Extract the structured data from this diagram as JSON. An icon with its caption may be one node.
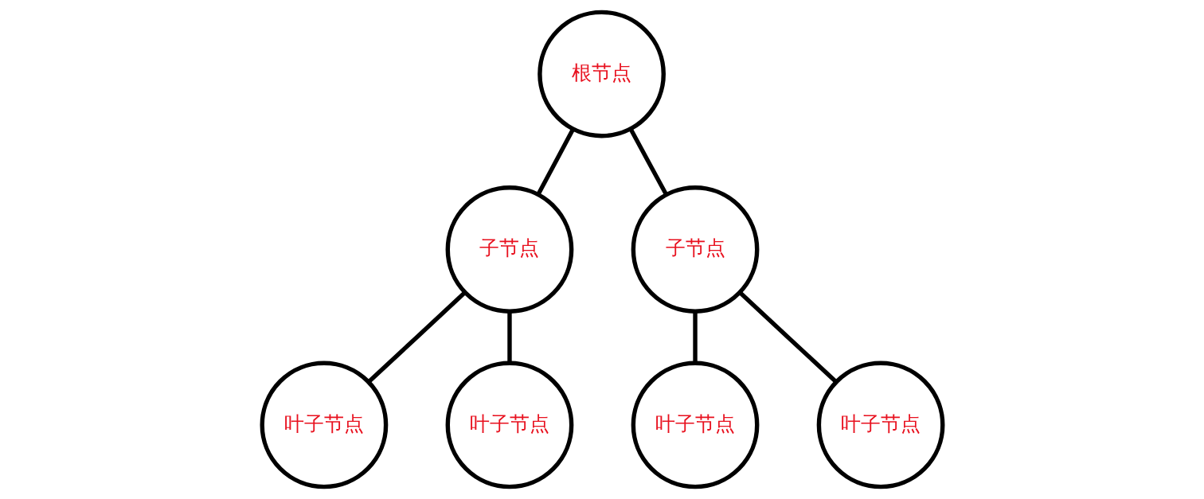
{
  "diagram": {
    "nodes": [
      {
        "text": [
          "根节点"
        ]
      },
      {
        "text": [
          "子节点"
        ]
      },
      {
        "text": [
          "子节点"
        ]
      },
      {
        "text": [
          "叶子节点"
        ]
      },
      {
        "text": [
          "叶子节点"
        ]
      },
      {
        "text": [
          "叶子节点"
        ]
      },
      {
        "text": [
          "叶子节点"
        ]
      }
    ],
    "edges": [
      {
        "from": 0,
        "to": 1,
        "arrow": "none"
      },
      {
        "from": 0,
        "to": 2,
        "arrow": "none"
      },
      {
        "from": 1,
        "to": 3,
        "arrow": "none"
      },
      {
        "from": 1,
        "to": 4,
        "arrow": "none"
      },
      {
        "from": 2,
        "to": 5,
        "arrow": "none"
      },
      {
        "from": 2,
        "to": 6,
        "arrow": "none"
      }
    ]
  }
}
